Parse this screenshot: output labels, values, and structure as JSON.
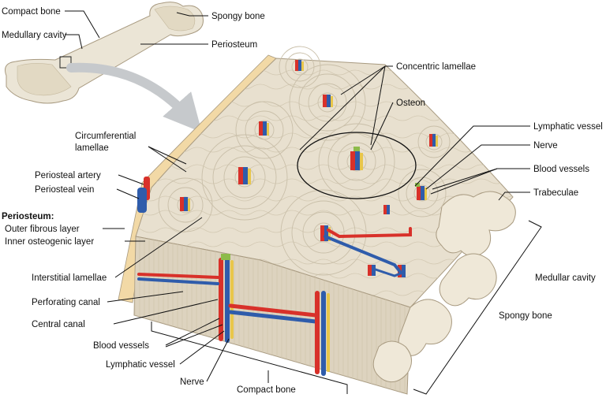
{
  "colors": {
    "bone_fill": "#e8e0cf",
    "bone_light": "#f1ece0",
    "bone_side": "#ddd3bf",
    "bone_stroke": "#a89a80",
    "ring": "#c9bfa9",
    "artery": "#d8312a",
    "vein": "#2f5cab",
    "lymph": "#e8c64a",
    "nerve": "#8dbb4a",
    "periosteum": "#f2d9a6",
    "arrow": "#c6c9cc"
  },
  "labels": {
    "compact_bone_top": "Compact bone",
    "spongy_bone_top": "Spongy bone",
    "medullary_cavity": "Medullary cavity",
    "periosteum_top": "Periosteum",
    "concentric_lamellae": "Concentric lamellae",
    "osteon": "Osteon",
    "circumferential_lamellae_1": "Circumferential",
    "circumferential_lamellae_2": "lamellae",
    "lymphatic_vessel_right": "Lymphatic vessel",
    "nerve_right": "Nerve",
    "blood_vessels_right": "Blood vessels",
    "trabeculae": "Trabeculae",
    "periosteal_artery": "Periosteal artery",
    "periosteal_vein": "Periosteal vein",
    "periosteum_heading": "Periosteum:",
    "outer_fibrous_layer": "Outer fibrous layer",
    "inner_osteogenic_layer": "Inner osteogenic layer",
    "interstitial_lamellae": "Interstitial lamellae",
    "perforating_canal": "Perforating canal",
    "central_canal": "Central canal",
    "blood_vessels_bottom": "Blood vessels",
    "lymphatic_vessel_bottom": "Lymphatic vessel",
    "nerve_bottom": "Nerve",
    "compact_bone_bottom": "Compact bone",
    "medullar_cavity": "Medullar cavity",
    "spongy_bone_bottom": "Spongy bone"
  }
}
